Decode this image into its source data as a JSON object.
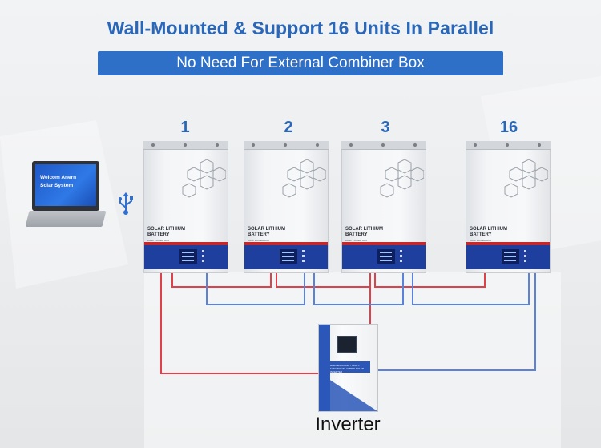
{
  "headline": "Wall-Mounted & Support 16 Units In Parallel",
  "banner": "No Need For External Combiner Box",
  "colors": {
    "accent_blue": "#2a67b8",
    "banner_blue": "#2e6fc8",
    "wire_red": "#e0404a",
    "wire_blue": "#5a82d8",
    "panel_navy": "#1f3f9e",
    "panel_red": "#c8272a"
  },
  "units": [
    {
      "number": "1",
      "brand_line1": "SOLAR LITHIUM",
      "brand_line2": "BATTERY",
      "model": "WALL POWER BOX"
    },
    {
      "number": "2",
      "brand_line1": "SOLAR LITHIUM",
      "brand_line2": "BATTERY",
      "model": "WALL POWER BOX"
    },
    {
      "number": "3",
      "brand_line1": "SOLAR LITHIUM",
      "brand_line2": "BATTERY",
      "model": "WALL POWER BOX"
    },
    {
      "number": "16",
      "brand_line1": "SOLAR LITHIUM",
      "brand_line2": "BATTERY",
      "model": "WALL POWER BOX"
    }
  ],
  "laptop": {
    "screen_line1": "Welcom Anern",
    "screen_line2": "Solar System"
  },
  "usb_icon": "usb-icon",
  "inverter": {
    "label": "Inverter",
    "strip_text": "HIGH EFFICIENCY MULTI-FUNCTIONAL HYBRID SOLAR INVERTER"
  }
}
